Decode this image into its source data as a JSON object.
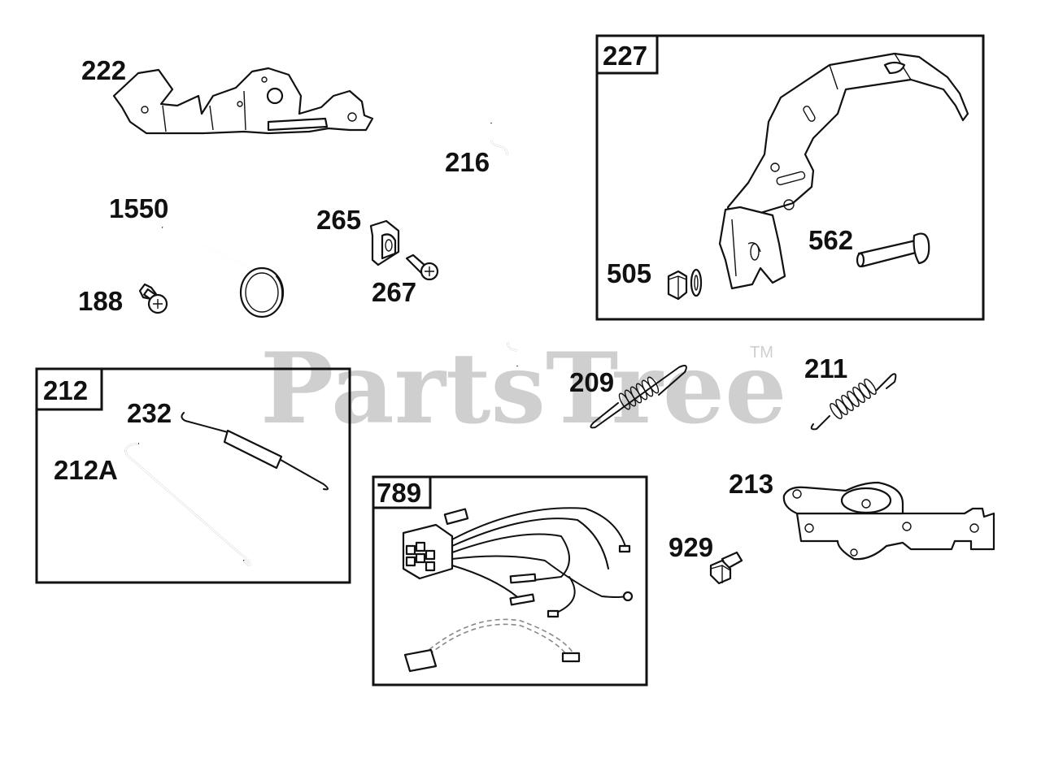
{
  "watermark": {
    "text": "PartsTree",
    "trademark": "TM"
  },
  "parts": {
    "p222": "222",
    "p216": "216",
    "p1550": "1550",
    "p265": "265",
    "p267": "267",
    "p188": "188",
    "p227": "227",
    "p562": "562",
    "p505": "505",
    "p209": "209",
    "p211": "211",
    "p212": "212",
    "p232": "232",
    "p212A": "212A",
    "p789": "789",
    "p213": "213",
    "p929": "929"
  }
}
